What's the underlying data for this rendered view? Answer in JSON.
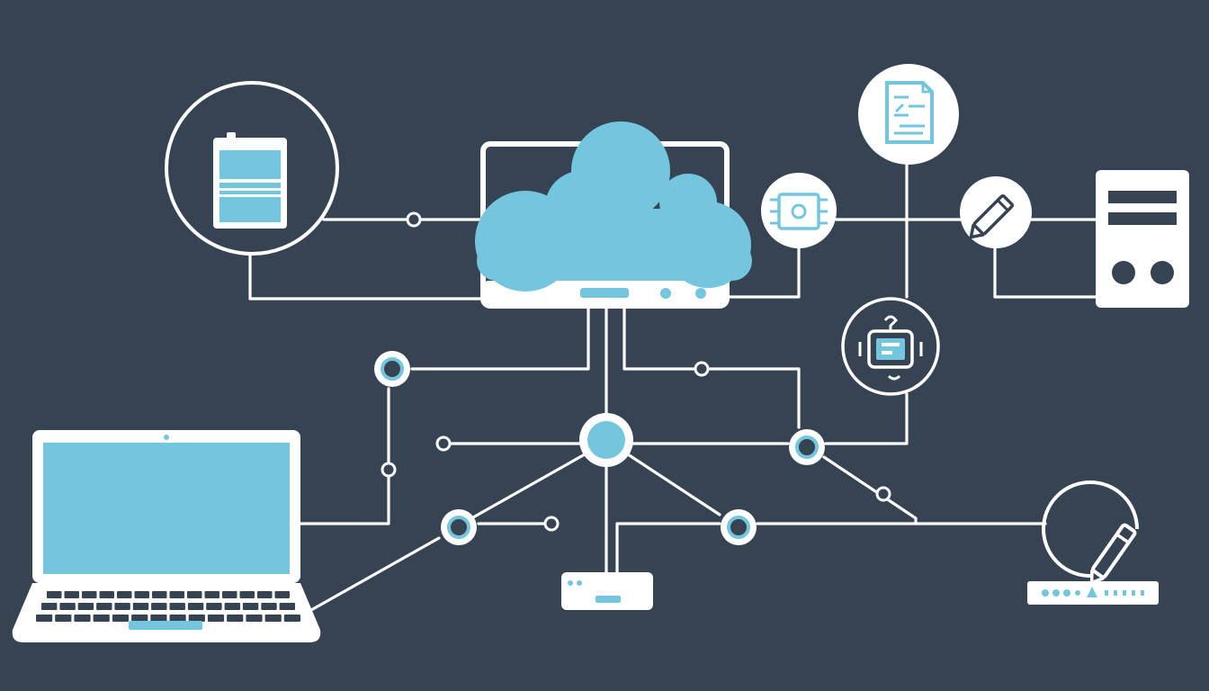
{
  "diagram": {
    "title": "",
    "nodes": [
      {
        "id": "cloud-server",
        "icon": "cloud-server-icon"
      },
      {
        "id": "mobile-device",
        "icon": "mobile-device-icon"
      },
      {
        "id": "document",
        "icon": "document-icon"
      },
      {
        "id": "cpu-chip",
        "icon": "cpu-chip-icon"
      },
      {
        "id": "pencil",
        "icon": "pencil-icon"
      },
      {
        "id": "server-rack",
        "icon": "server-rack-icon"
      },
      {
        "id": "robot",
        "icon": "robot-icon"
      },
      {
        "id": "laptop",
        "icon": "laptop-icon"
      },
      {
        "id": "hub",
        "icon": "hub-node"
      },
      {
        "id": "network-router",
        "icon": "router-icon"
      },
      {
        "id": "drawing-tablet",
        "icon": "drawing-tablet-icon"
      }
    ],
    "edges": [
      [
        "mobile-device",
        "cloud-server"
      ],
      [
        "cloud-server",
        "cpu-chip"
      ],
      [
        "cpu-chip",
        "pencil"
      ],
      [
        "pencil",
        "server-rack"
      ],
      [
        "document",
        "hub"
      ],
      [
        "cloud-server",
        "hub"
      ],
      [
        "hub",
        "laptop"
      ],
      [
        "hub",
        "network-router"
      ],
      [
        "hub",
        "drawing-tablet"
      ],
      [
        "robot",
        "hub"
      ]
    ]
  },
  "colors": {
    "background": "#364352",
    "line": "#ffffff",
    "accent": "#74c6de",
    "dark": "#364352"
  }
}
